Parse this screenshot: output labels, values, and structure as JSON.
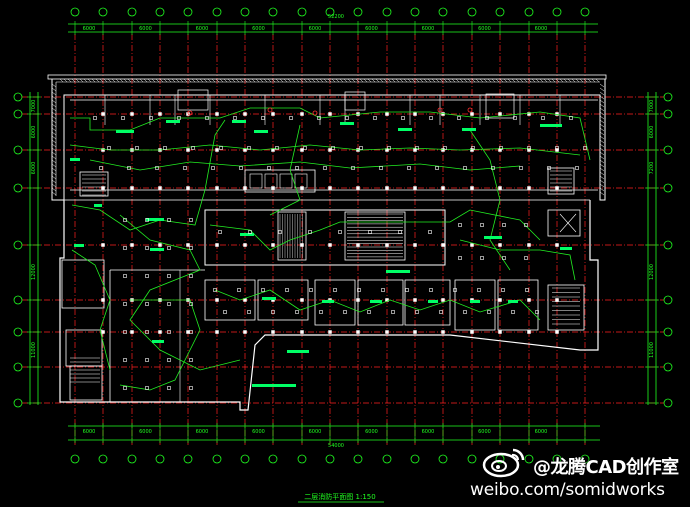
{
  "drawing": {
    "title": "二层消防平面图  1:150",
    "overall_dim_top": "52200",
    "overall_dim_bottom": "54000",
    "top_dims": [
      "6000",
      "6000",
      "6000",
      "6000",
      "6000",
      "6000",
      "6000",
      "6000",
      "6000"
    ],
    "bottom_dims": [
      "6000",
      "6000",
      "6000",
      "6000",
      "6000",
      "6000",
      "6000",
      "6000",
      "6000"
    ],
    "left_dims": [
      "7000",
      "6000",
      "6000",
      "12000",
      "11000"
    ],
    "right_dims": [
      "7000",
      "6000",
      "7200",
      "12000",
      "11000"
    ],
    "colors": {
      "background": "#000000",
      "grid_axis": "#ff2020",
      "walls": "#ffffff",
      "dimensions": "#20ff20",
      "wiring": "#22ee22",
      "labels": "#00ff66",
      "devices": "#ffffff"
    }
  },
  "watermark": {
    "account": "@龙腾CAD创作室",
    "url": "weibo.com/somidworks",
    "logo_icon": "weibo-logo-icon"
  }
}
